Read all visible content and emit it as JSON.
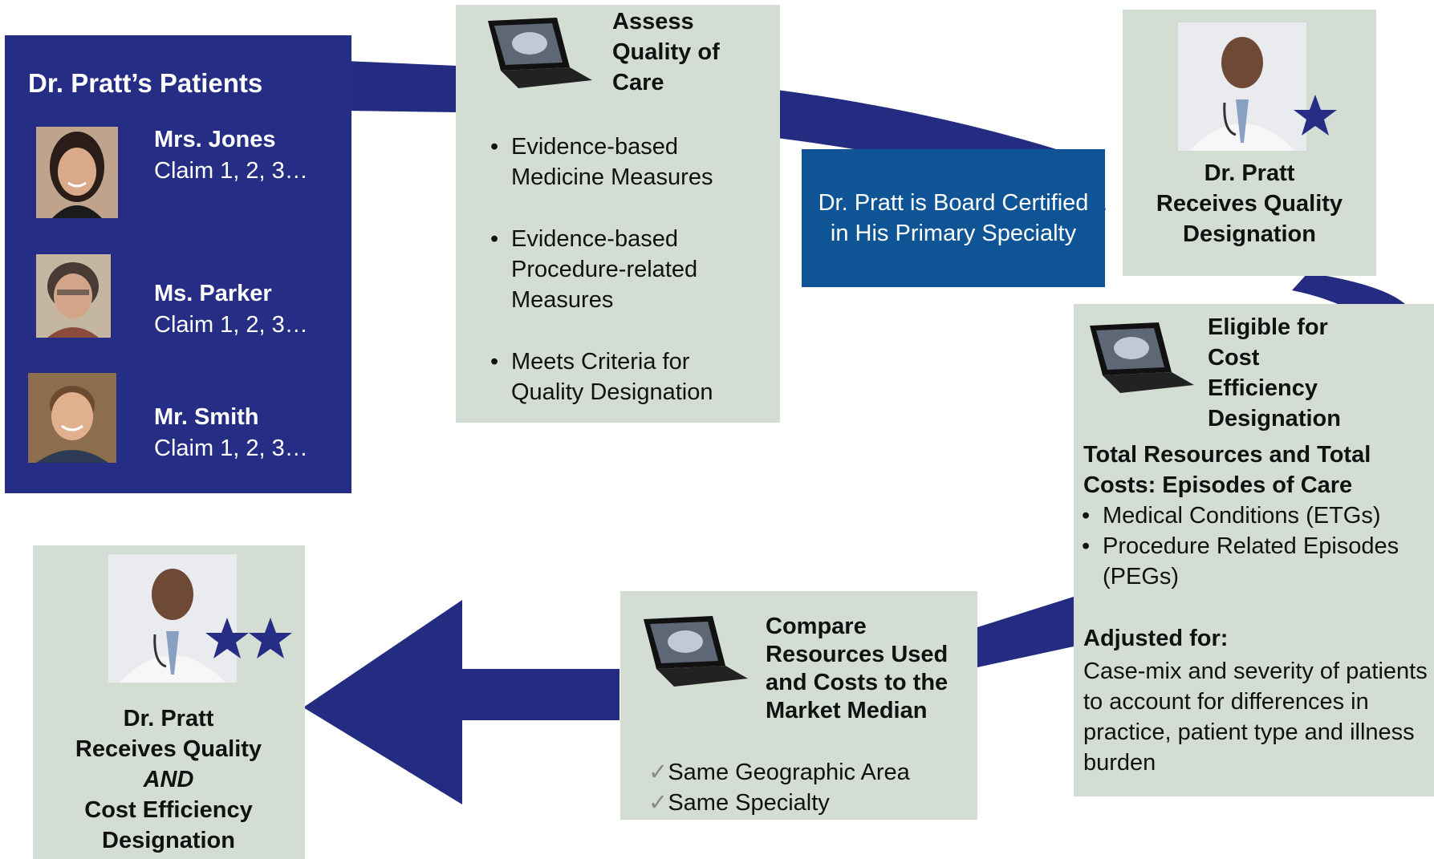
{
  "patients": {
    "title": "Dr. Pratt’s Patients",
    "items": [
      {
        "name": "Mrs. Jones",
        "claims": "Claim 1, 2, 3…"
      },
      {
        "name": "Ms. Parker",
        "claims": "Claim 1, 2, 3…"
      },
      {
        "name": "Mr. Smith",
        "claims": "Claim 1, 2, 3…"
      }
    ]
  },
  "assess": {
    "title": "Assess Quality of Care",
    "bullets": [
      "Evidence-based Medicine Measures",
      "Evidence-based Procedure-related Measures",
      "Meets Criteria for Quality Designation"
    ]
  },
  "board_certified": "Dr. Pratt is Board Certified in His Primary Specialty",
  "quality_designation": {
    "line1": "Dr. Pratt",
    "line2": "Receives Quality Designation"
  },
  "eligible": {
    "title": "Eligible for Cost Efficiency Designation",
    "subtitle": "Total Resources and Total Costs: Episodes of Care",
    "bullets": [
      "Medical Conditions (ETGs)",
      "Procedure Related Episodes (PEGs)"
    ],
    "adjusted_label": "Adjusted for:",
    "adjusted_text": "Case-mix and severity of patients to account for differences in practice, patient type and illness burden"
  },
  "compare": {
    "title": "Compare Resources Used and Costs to the Market Median",
    "checks": [
      "Same Geographic Area",
      "Same Specialty"
    ]
  },
  "final_designation": {
    "line1": "Dr. Pratt",
    "line2": "Receives Quality",
    "line3": "AND",
    "line4": "Cost Efficiency",
    "line5": "Designation"
  },
  "icons": {
    "laptop": "laptop-icon",
    "star": "star-icon",
    "check": "check-icon"
  },
  "colors": {
    "navy": "#252e84",
    "sage": "#d4ddd3",
    "blue": "#0f5596",
    "arrow": "#232c80"
  }
}
